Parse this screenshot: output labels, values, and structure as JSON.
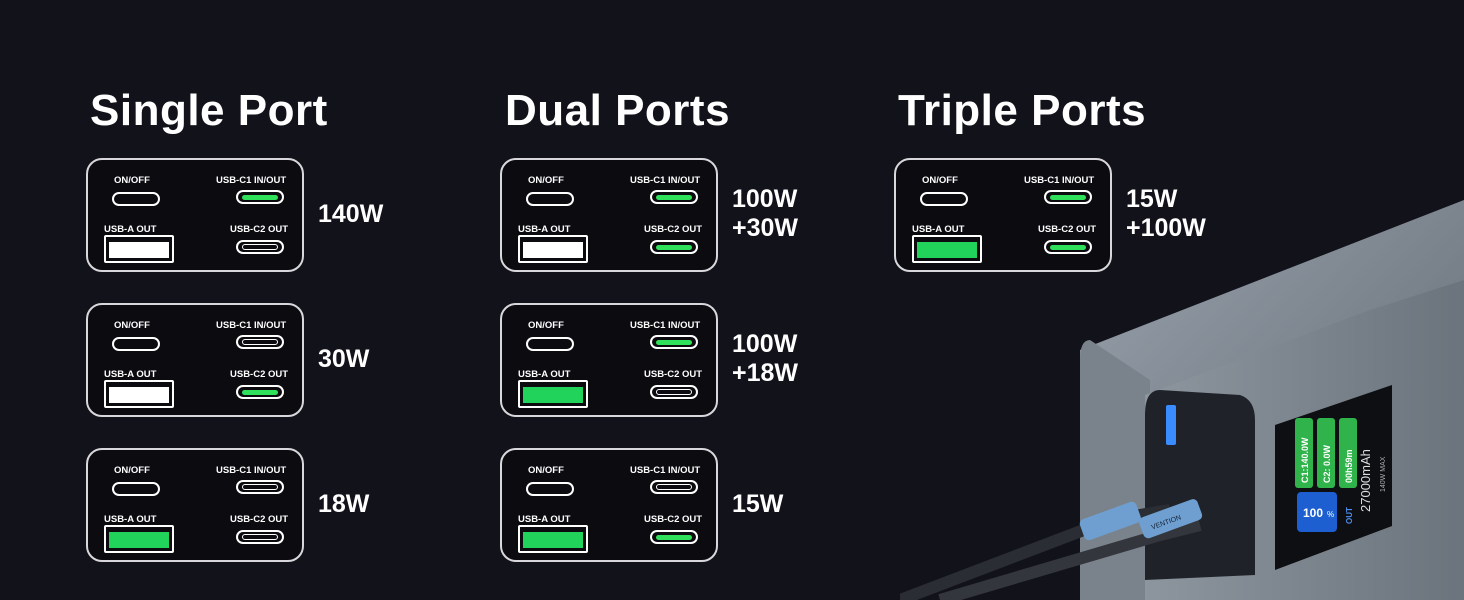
{
  "labels": {
    "onoff": "ON/OFF",
    "c1": "USB-C1 IN/OUT",
    "a": "USB-A OUT",
    "c2": "USB-C2 OUT"
  },
  "colors": {
    "active": "#2ee05a",
    "background": "#12121b"
  },
  "columns": [
    {
      "title": "Single Port",
      "panels": [
        {
          "c1": true,
          "c2": false,
          "a": false,
          "power": [
            "140W"
          ]
        },
        {
          "c1": false,
          "c2": true,
          "a": false,
          "power": [
            "30W"
          ]
        },
        {
          "c1": false,
          "c2": false,
          "a": true,
          "power": [
            "18W"
          ]
        }
      ]
    },
    {
      "title": "Dual Ports",
      "panels": [
        {
          "c1": true,
          "c2": true,
          "a": false,
          "power": [
            "100W",
            "+30W"
          ]
        },
        {
          "c1": true,
          "c2": false,
          "a": true,
          "power": [
            "100W",
            "+18W"
          ]
        },
        {
          "c1": false,
          "c2": true,
          "a": true,
          "power": [
            "15W"
          ]
        }
      ]
    },
    {
      "title": "Triple Ports",
      "panels": [
        {
          "c1": true,
          "c2": true,
          "a": true,
          "power": [
            "15W",
            "+100W"
          ]
        }
      ]
    }
  ],
  "product": {
    "screen_c1": "C1:140.0W",
    "screen_c2": "C2: 0.0W",
    "screen_time": "00h59m",
    "battery": "100",
    "battery_unit": "%",
    "mode": "OUT",
    "capacity": "27000mAh",
    "max": "140W MAX",
    "cable_brand": "VENTION"
  }
}
